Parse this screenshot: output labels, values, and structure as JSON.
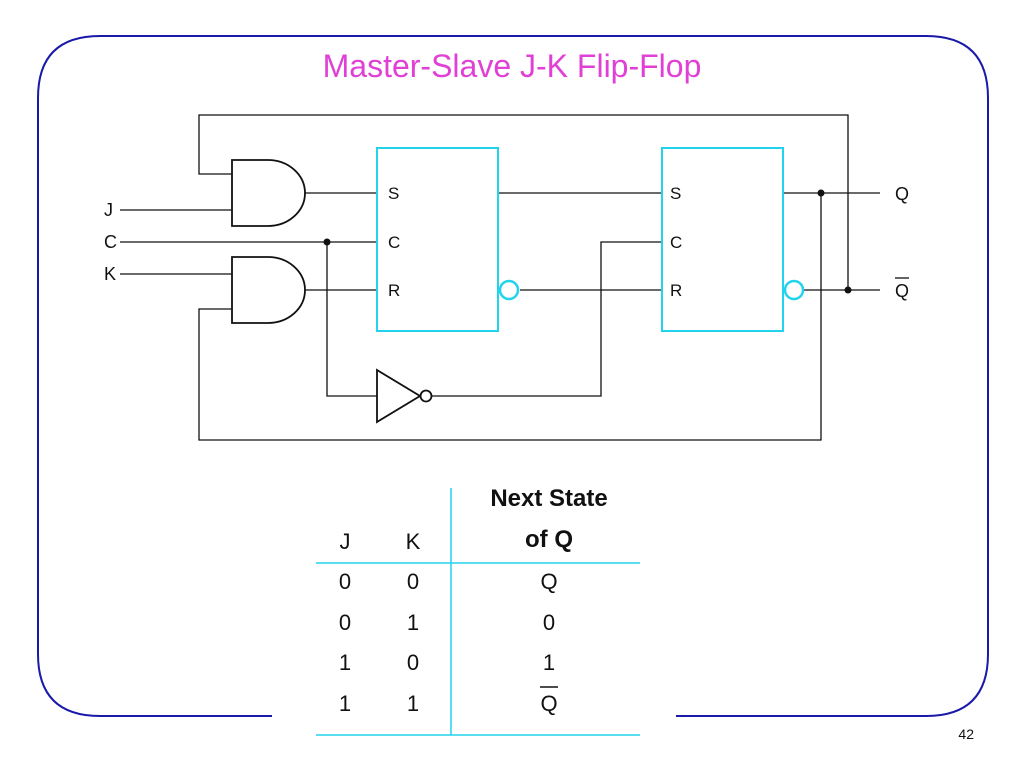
{
  "slide": {
    "title": "Master-Slave J-K Flip-Flop",
    "page_number": "42",
    "border_color": "#1a1aa8",
    "title_color": "#e040d6"
  },
  "diagram": {
    "inputs": {
      "j": "J",
      "c": "C",
      "k": "K"
    },
    "outputs": {
      "q": "Q",
      "q_bar": "Q"
    },
    "master_ff": {
      "s": "S",
      "c": "C",
      "r": "R"
    },
    "slave_ff": {
      "s": "S",
      "c": "C",
      "r": "R"
    },
    "ff_color": "#22d3ee",
    "wire_color": "#111111",
    "icons": [
      "and-gate",
      "and-gate",
      "inverter",
      "sr-flip-flop",
      "sr-flip-flop",
      "junction-dot"
    ]
  },
  "truth_table": {
    "headers": {
      "j": "J",
      "k": "K",
      "next_line1": "Next State",
      "next_line2": "of Q"
    },
    "rows": [
      {
        "j": "0",
        "k": "0",
        "next": "Q"
      },
      {
        "j": "0",
        "k": "1",
        "next": "0"
      },
      {
        "j": "1",
        "k": "0",
        "next": "1"
      },
      {
        "j": "1",
        "k": "1",
        "next": "Q",
        "next_overbar": true
      }
    ],
    "rule_color": "#22d3ee"
  }
}
